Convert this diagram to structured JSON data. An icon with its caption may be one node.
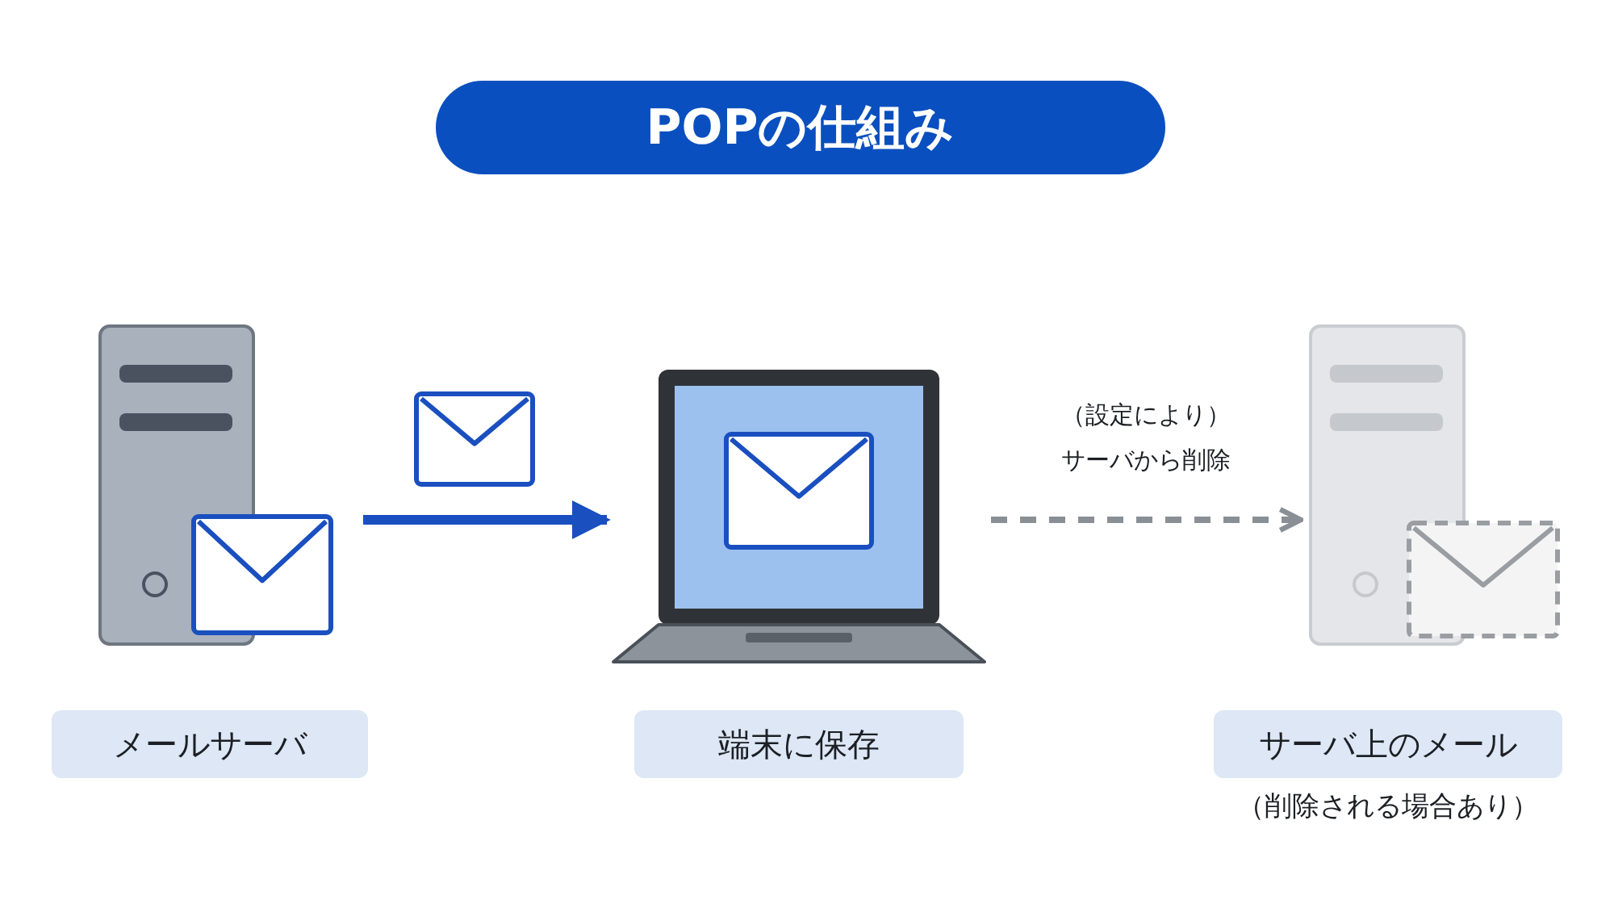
{
  "diagram": {
    "title": "POPの仕組み",
    "nodes": [
      {
        "text": [],
        "shape": "picture"
      },
      {
        "text": [],
        "shape": "picture"
      },
      {
        "text": [],
        "shape": "picture"
      },
      {
        "text": [
          "メールサーバ"
        ]
      },
      {
        "text": [
          "端末に保存"
        ]
      },
      {
        "text": [
          "サーバ上のメール"
        ],
        "beside": [
          "（削除される場合あり）"
        ]
      }
    ],
    "edges": [
      {
        "from": 0,
        "to": 1,
        "arrow": "to",
        "color": "#1a4fc0"
      },
      {
        "from": 1,
        "to": 2,
        "arrow": "to",
        "style": "dashed",
        "color": "#8a8f96",
        "label": "（設定により）サーバから削除"
      }
    ]
  }
}
